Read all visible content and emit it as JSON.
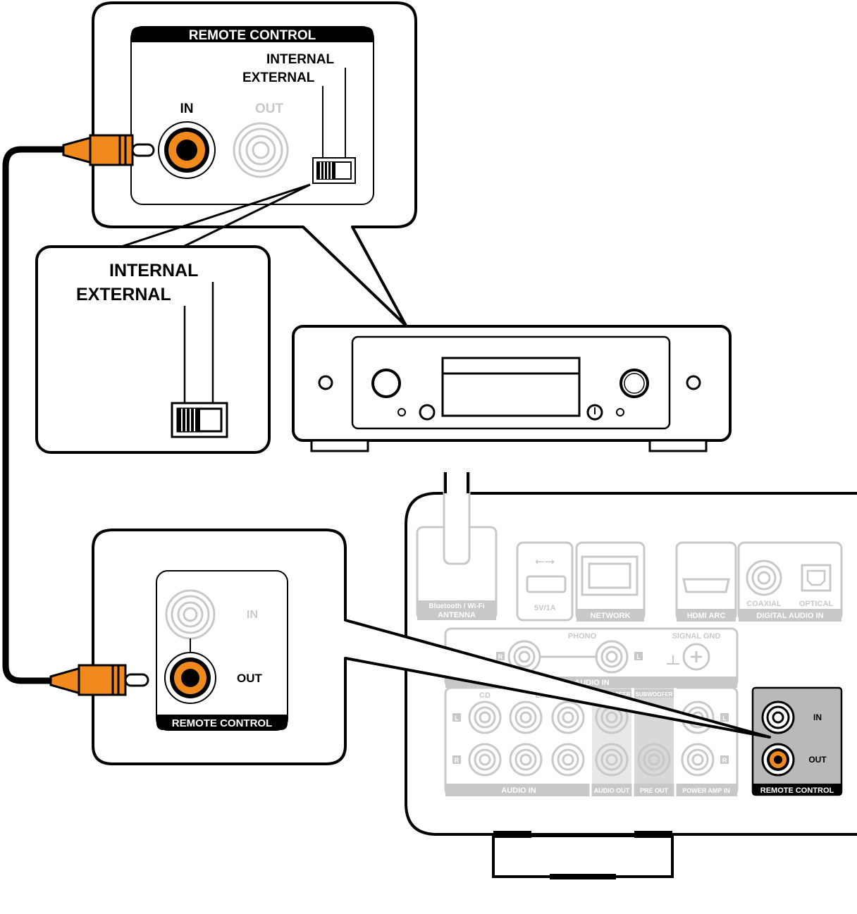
{
  "colors": {
    "line": "#000000",
    "plug": "#f08a1c",
    "faded": "#c8c8c8",
    "faded_text": "#bdbdbd",
    "highlight_panel": "#b9b9b9",
    "label_bar": "#000000"
  },
  "top_inset": {
    "header": "REMOTE CONTROL",
    "switch_internal": "INTERNAL",
    "switch_external": "EXTERNAL",
    "jack_in": "IN",
    "jack_out": "OUT"
  },
  "switch_zoom": {
    "internal": "INTERNAL",
    "external": "EXTERNAL"
  },
  "bottom_inset": {
    "jack_in": "IN",
    "jack_out": "OUT",
    "footer": "REMOTE CONTROL"
  },
  "rear_panel": {
    "antenna_line1": "Bluetooth / Wi-Fi",
    "antenna_line2": "ANTENNA",
    "usb_rating": "5V/1A",
    "network": "NETWORK",
    "hdmi_arc": "HDMI ARC",
    "coaxial": "COAXIAL",
    "optical": "OPTICAL",
    "digital_audio_in": "DIGITAL AUDIO IN",
    "phono": "PHONO",
    "signal_gnd": "SIGNAL GND",
    "phono_audio_in": "AUDIO IN",
    "cd": "CD",
    "line": "LINE",
    "subwoofer_a": "SUBWOOFER",
    "subwoofer_b": "SUBWOOFER",
    "audio_in": "AUDIO IN",
    "audio_out": "AUDIO OUT",
    "pre_out": "PRE OUT",
    "power_amp_in": "POWER AMP IN",
    "ch_l": "L",
    "ch_r": "R",
    "rc_in": "IN",
    "rc_out": "OUT",
    "rc_label": "REMOTE CONTROL"
  }
}
